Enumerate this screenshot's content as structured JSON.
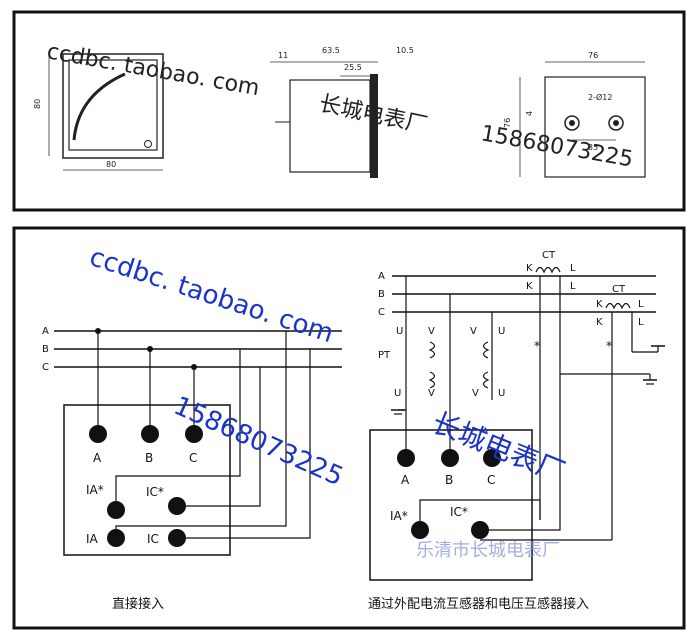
{
  "top_panel": {
    "front_view": {
      "dim_height": "80",
      "dim_width": "80"
    },
    "side_view": {
      "dim_11": "11",
      "dim_63_5": "63.5",
      "dim_25_5": "25.5",
      "dim_10_5": "10.5"
    },
    "rear_view": {
      "dim_width": "76",
      "dim_height": "76",
      "dim_4": "4",
      "dim_35": "35",
      "hole_label": "2-Ø12"
    }
  },
  "bottom_panel": {
    "direct": {
      "lines": [
        "A",
        "B",
        "C"
      ],
      "terminals_top": [
        "A",
        "B",
        "C"
      ],
      "ia_star": "IA*",
      "ic_star": "IC*",
      "ia": "IA",
      "ic": "IC",
      "caption": "直接接入"
    },
    "transformer": {
      "lines": [
        "A",
        "B",
        "C"
      ],
      "ct_label": "CT",
      "k_label": "K",
      "l_label": "L",
      "pt_label": "PT",
      "u_label": "U",
      "v_label": "V",
      "star": "*",
      "terminals_top": [
        "A",
        "B",
        "C"
      ],
      "ia_star": "IA*",
      "ic_star": "IC*",
      "caption": "通过外配电流互感器和电压互感器接入"
    }
  },
  "watermarks": {
    "shop": "ccdbc. taobao. com",
    "maker": "长城电表厂",
    "phone": "15868073225",
    "maker_full": "乐清市长城电表厂"
  }
}
